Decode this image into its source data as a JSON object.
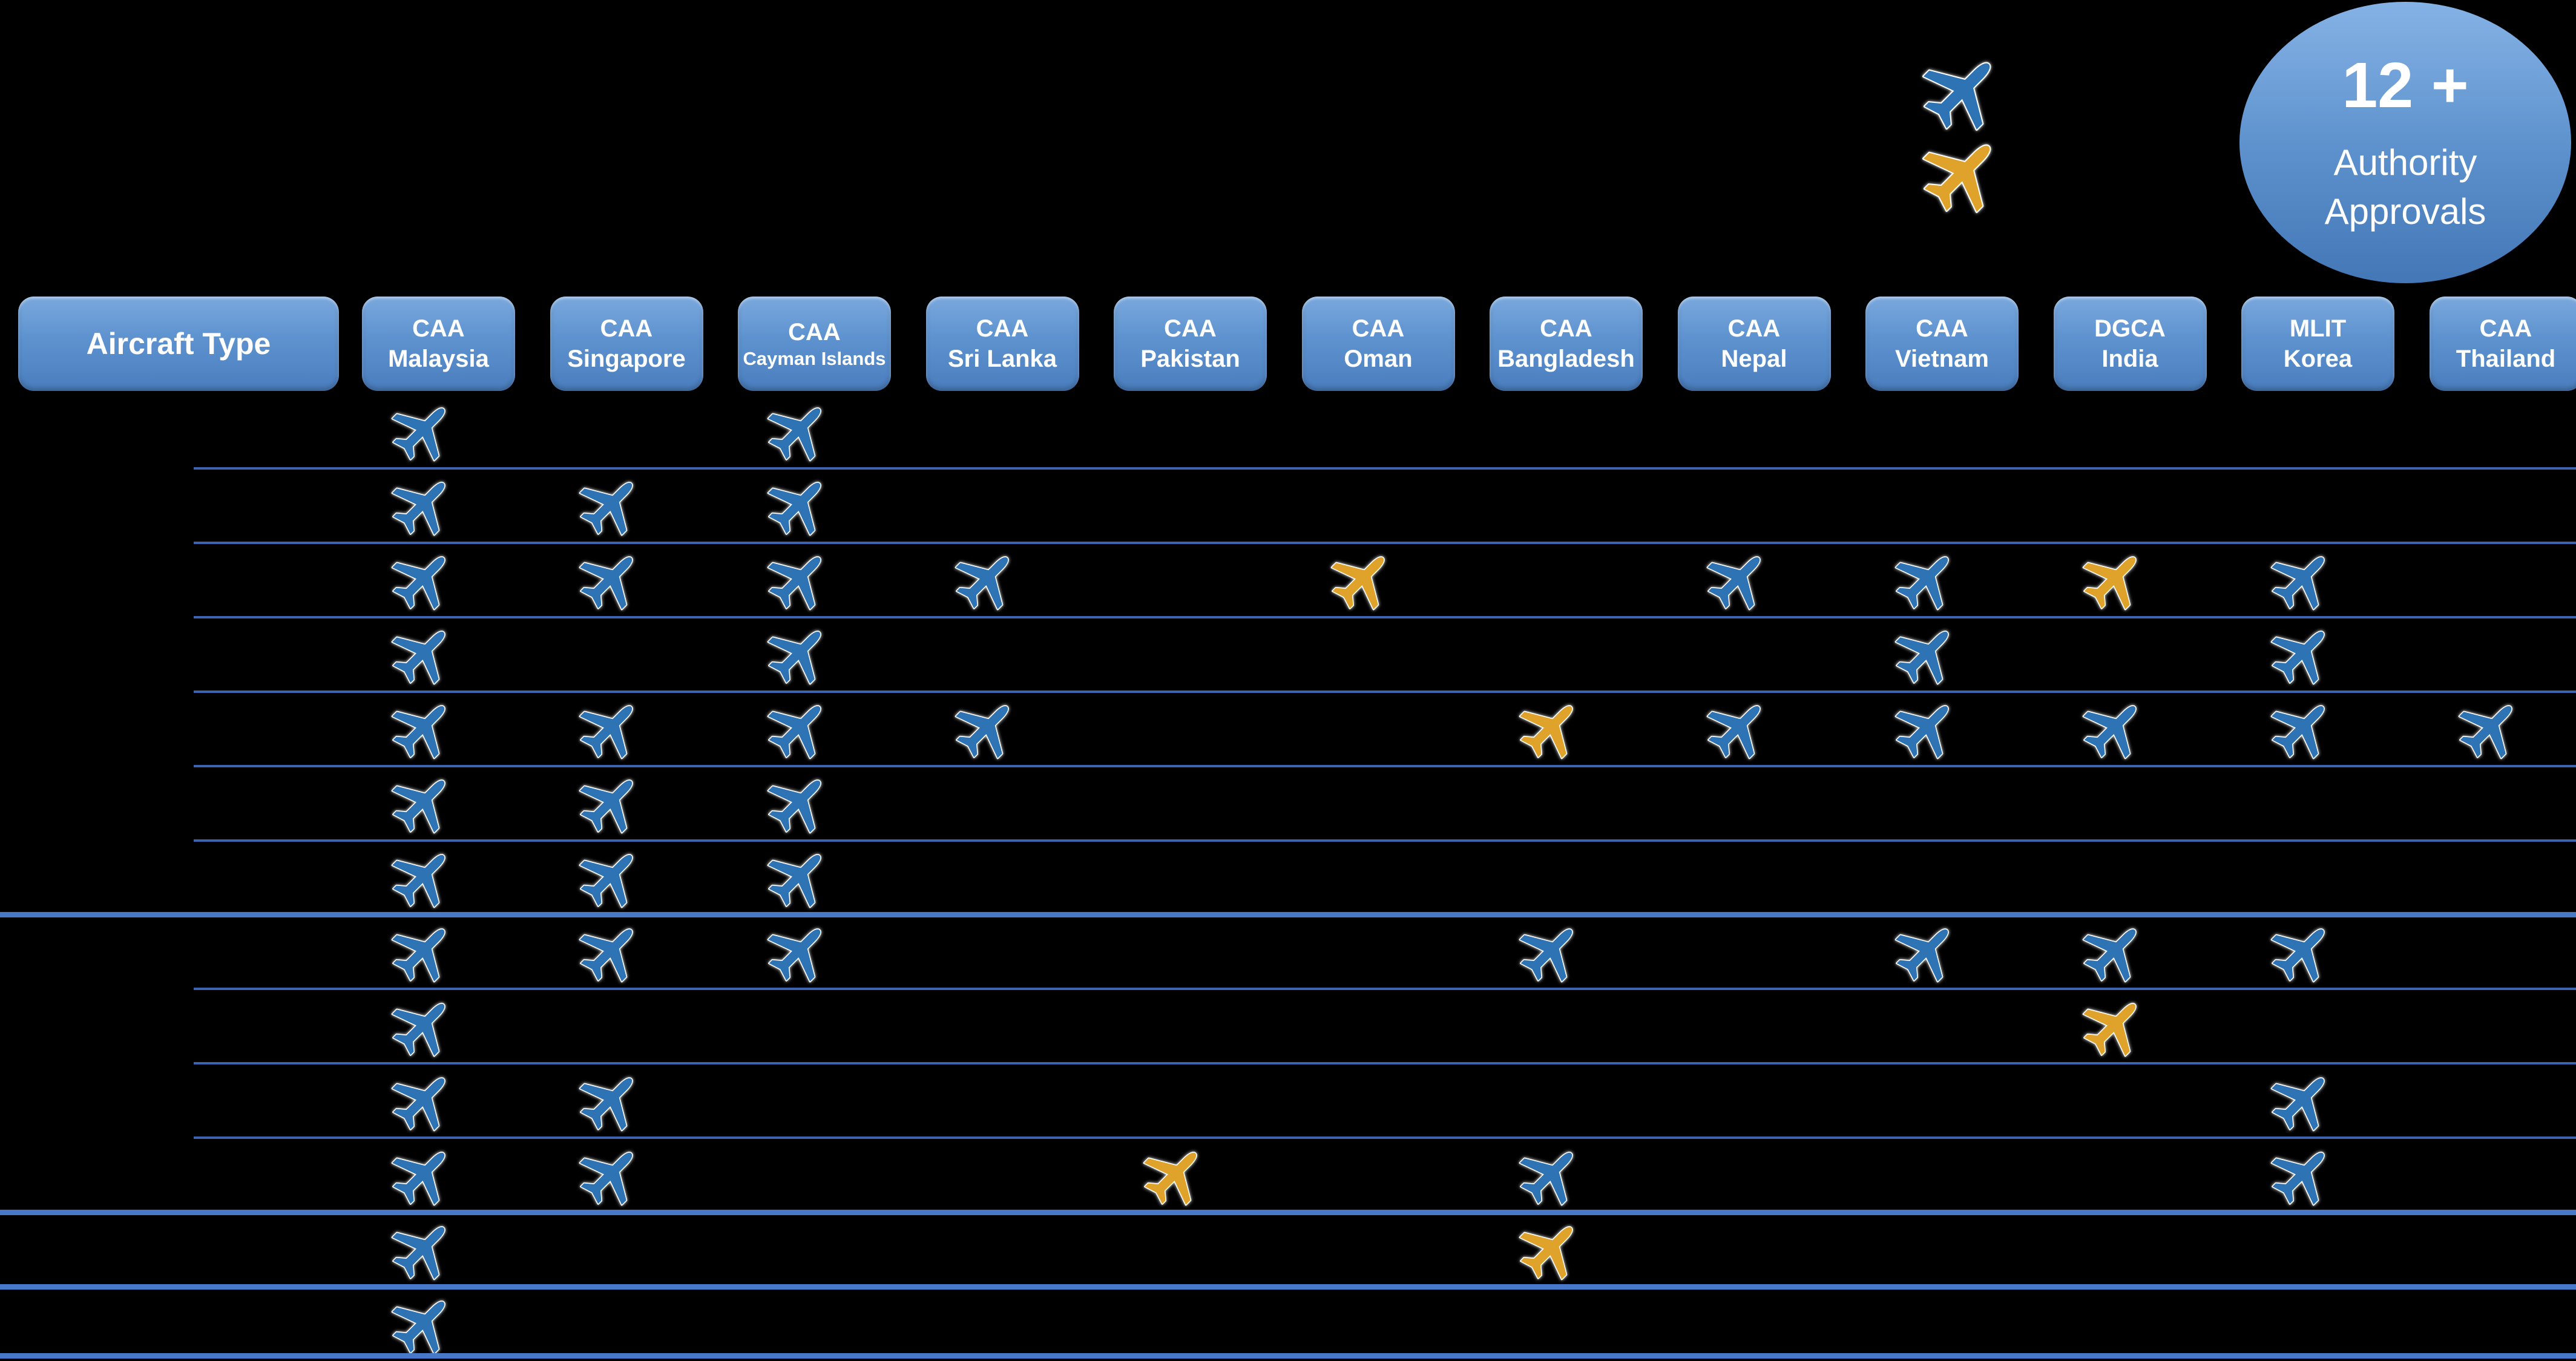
{
  "background": "#000000",
  "legend": {
    "items": [
      {
        "icon": "blue-plane-icon",
        "color": "#2E74B5"
      },
      {
        "icon": "orange-plane-icon",
        "color": "#DFA32B"
      }
    ]
  },
  "badge": {
    "value": "12 +",
    "label_lines": [
      "Authority",
      "Approvals"
    ],
    "bg_top": "#85B2E5",
    "bg_bottom": "#4377B6",
    "text_color": "#FFFFFF"
  },
  "table": {
    "corner_header": "Aircraft Type",
    "columns": [
      {
        "line1": "CAA",
        "line2": "Malaysia"
      },
      {
        "line1": "CAA",
        "line2": "Singapore"
      },
      {
        "line1": "CAA",
        "line2": "Cayman Islands"
      },
      {
        "line1": "CAA",
        "line2": "Sri Lanka"
      },
      {
        "line1": "CAA",
        "line2": "Pakistan"
      },
      {
        "line1": "CAA",
        "line2": "Oman"
      },
      {
        "line1": "CAA",
        "line2": "Bangladesh"
      },
      {
        "line1": "CAA",
        "line2": "Nepal"
      },
      {
        "line1": "CAA",
        "line2": "Vietnam"
      },
      {
        "line1": "DGCA",
        "line2": "India"
      },
      {
        "line1": "MLIT",
        "line2": "Korea"
      },
      {
        "line1": "CAA",
        "line2": "Thailand"
      }
    ],
    "rows": [
      {
        "label": "",
        "separator": "thin",
        "cells": [
          "blue",
          "",
          "blue",
          "",
          "",
          "",
          "",
          "",
          "",
          "",
          "",
          ""
        ]
      },
      {
        "label": "",
        "separator": "thin",
        "cells": [
          "blue",
          "blue",
          "blue",
          "",
          "",
          "",
          "",
          "",
          "",
          "",
          "",
          ""
        ]
      },
      {
        "label": "",
        "separator": "thin",
        "cells": [
          "blue",
          "blue",
          "blue",
          "blue",
          "",
          "orange",
          "",
          "blue",
          "blue",
          "orange",
          "blue",
          ""
        ]
      },
      {
        "label": "",
        "separator": "thin",
        "cells": [
          "blue",
          "",
          "blue",
          "",
          "",
          "",
          "",
          "",
          "blue",
          "",
          "blue",
          ""
        ]
      },
      {
        "label": "",
        "separator": "thin",
        "cells": [
          "blue",
          "blue",
          "blue",
          "blue",
          "",
          "",
          "orange",
          "blue",
          "blue",
          "blue",
          "blue",
          "blue"
        ]
      },
      {
        "label": "",
        "separator": "thin",
        "cells": [
          "blue",
          "blue",
          "blue",
          "",
          "",
          "",
          "",
          "",
          "",
          "",
          "",
          ""
        ]
      },
      {
        "label": "",
        "separator": "thick",
        "cells": [
          "blue",
          "blue",
          "blue",
          "",
          "",
          "",
          "",
          "",
          "",
          "",
          "",
          ""
        ]
      },
      {
        "label": "",
        "separator": "thin",
        "cells": [
          "blue",
          "blue",
          "blue",
          "",
          "",
          "",
          "blue",
          "",
          "blue",
          "blue",
          "blue",
          ""
        ]
      },
      {
        "label": "",
        "separator": "thin",
        "cells": [
          "blue",
          "",
          "",
          "",
          "",
          "",
          "",
          "",
          "",
          "orange",
          "",
          ""
        ]
      },
      {
        "label": "",
        "separator": "thin",
        "cells": [
          "blue",
          "blue",
          "",
          "",
          "",
          "",
          "",
          "",
          "",
          "",
          "blue",
          ""
        ]
      },
      {
        "label": "",
        "separator": "thick",
        "cells": [
          "blue",
          "blue",
          "",
          "",
          "orange",
          "",
          "blue",
          "",
          "",
          "",
          "blue",
          ""
        ]
      },
      {
        "label": "",
        "separator": "thick",
        "cells": [
          "blue",
          "",
          "",
          "",
          "",
          "",
          "orange",
          "",
          "",
          "",
          "",
          ""
        ]
      },
      {
        "label": "",
        "separator": "thick",
        "cells": [
          "blue",
          "",
          "",
          "",
          "",
          "",
          "",
          "",
          "",
          "",
          "",
          ""
        ]
      }
    ]
  },
  "colors": {
    "blue_plane": "#2E74B5",
    "orange_plane": "#DFA32B",
    "line_thin": "#3D64B0",
    "line_thick": "#4878C8",
    "header_gradient_top": "#7AA8DD",
    "header_gradient_bottom": "#4A7DBD",
    "header_text": "#FFFFFF"
  }
}
